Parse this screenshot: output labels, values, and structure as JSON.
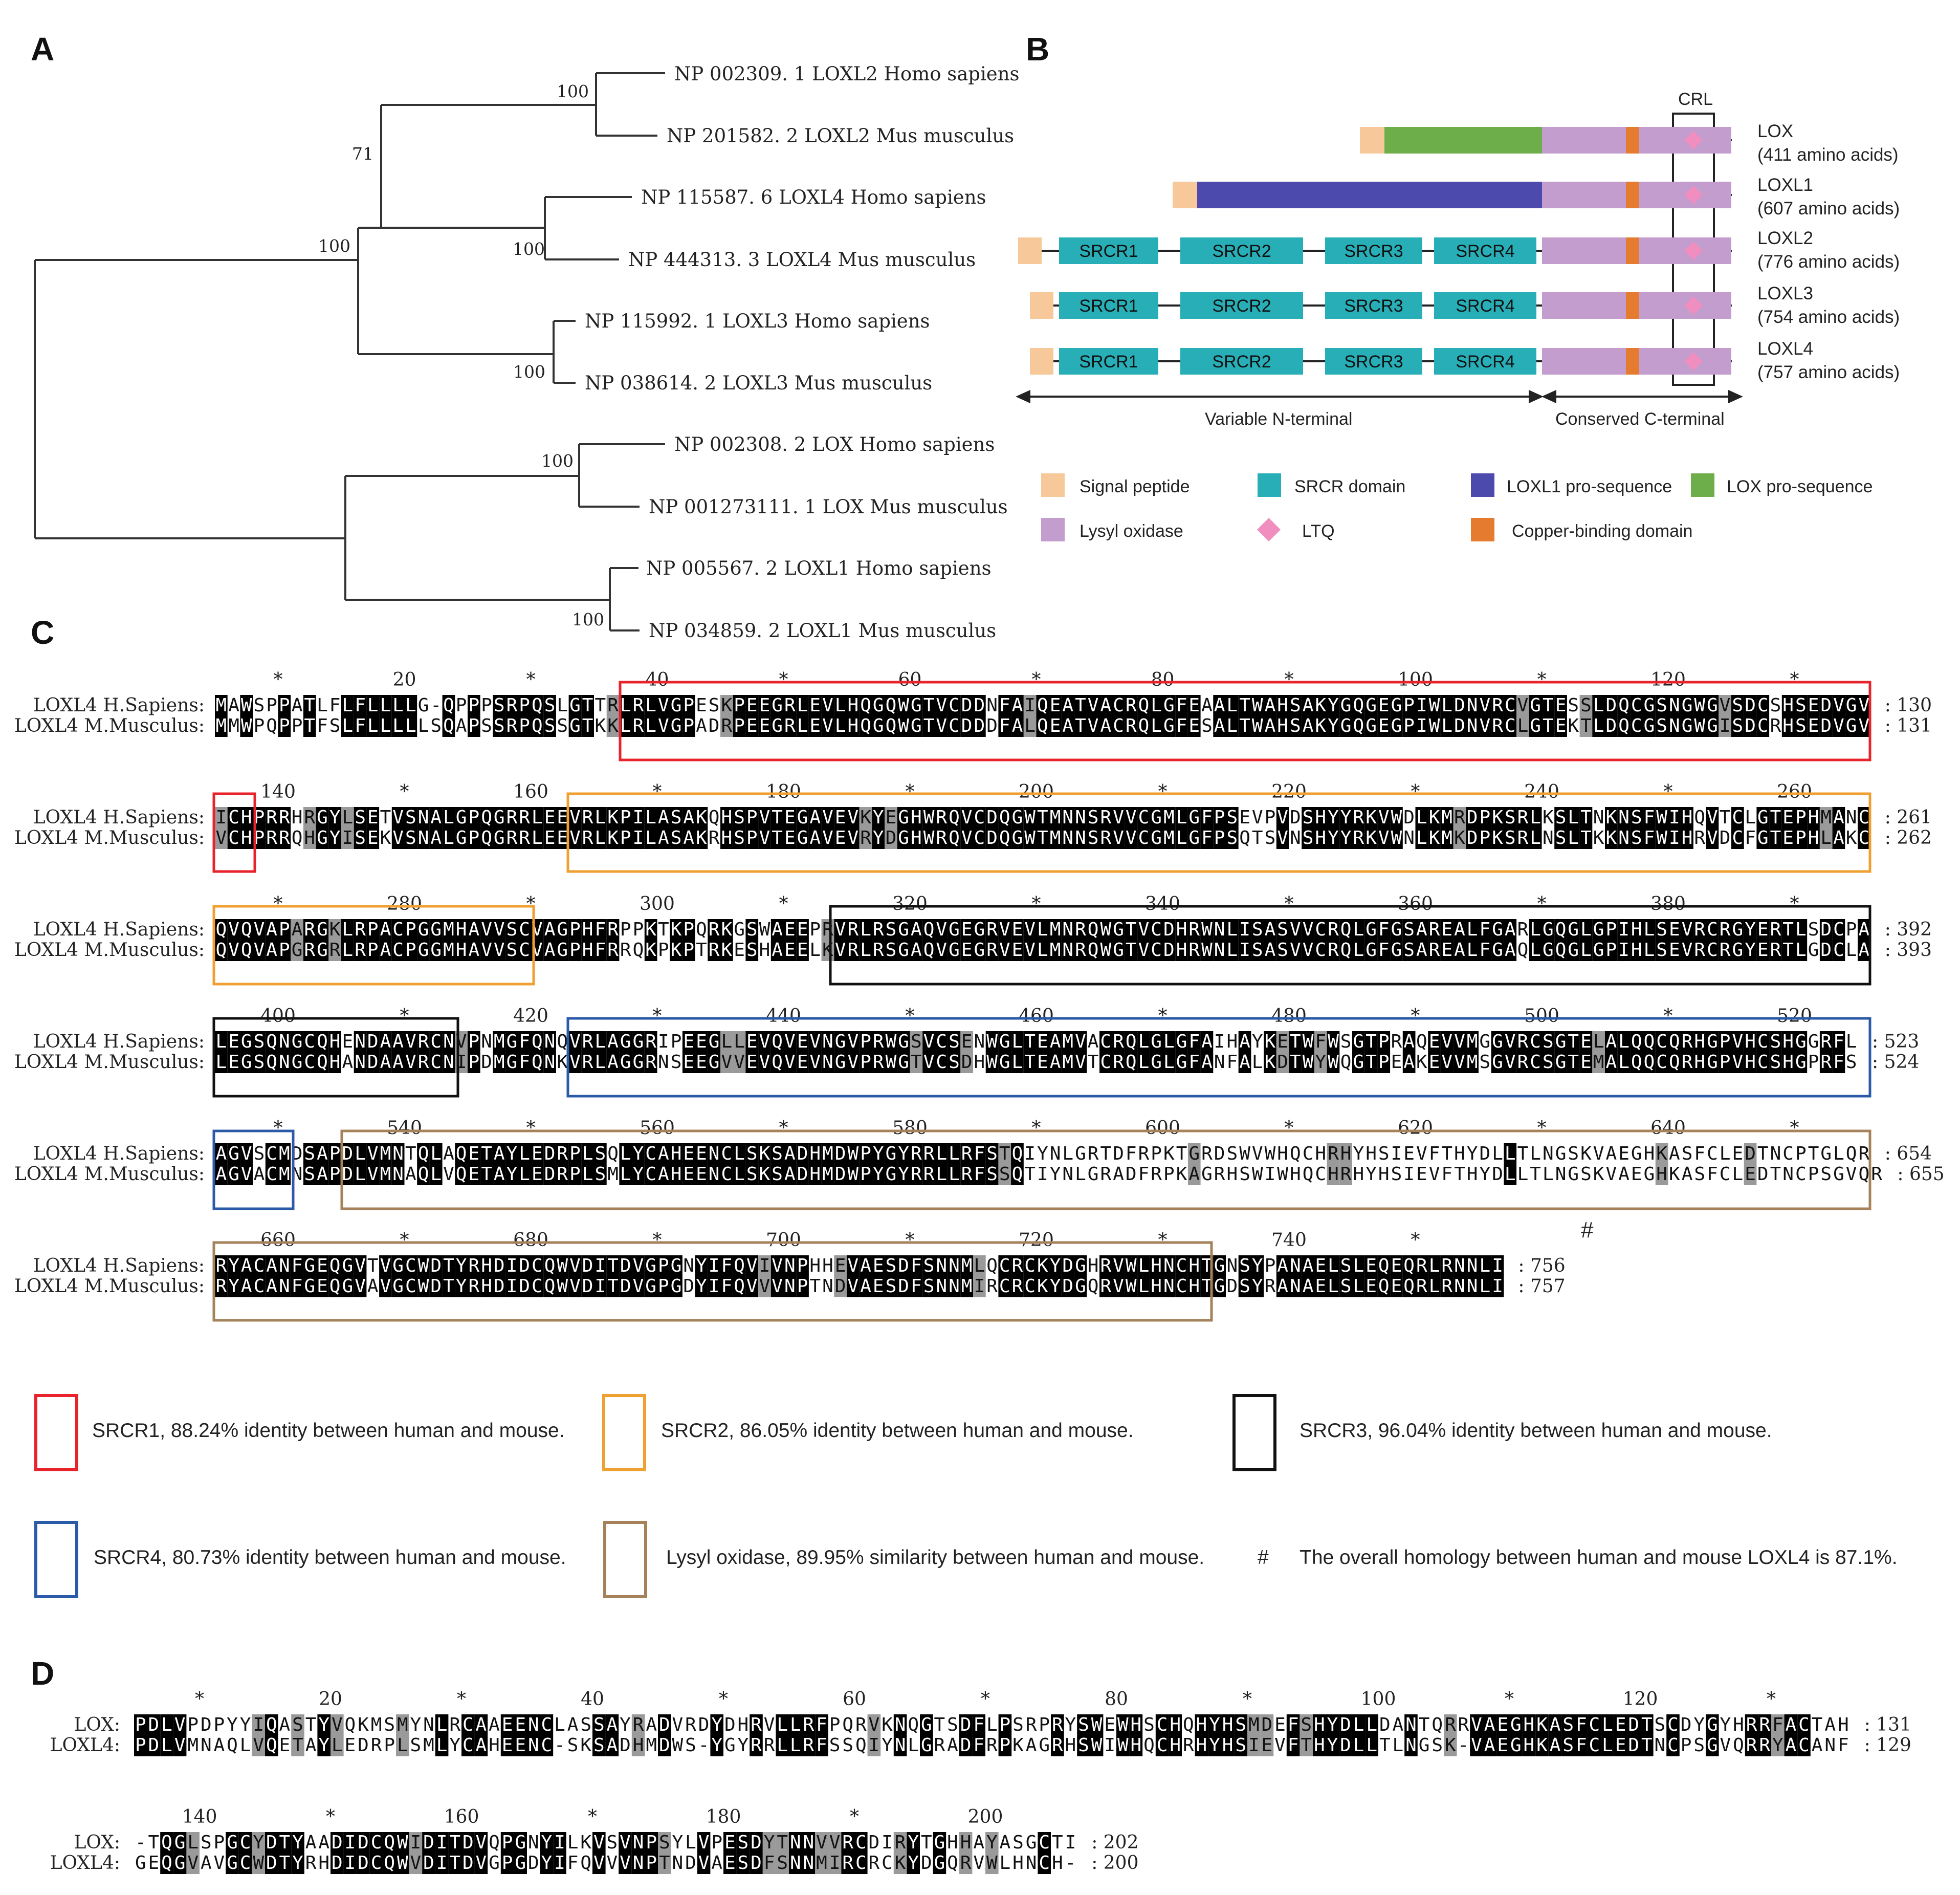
{
  "panels": {
    "a": "A",
    "b": "B",
    "c": "C",
    "d": "D"
  },
  "tree": {
    "leaves": [
      "NP 002309. 1 LOXL2 Homo sapiens",
      "NP 201582. 2 LOXL2 Mus musculus",
      "NP 115587. 6 LOXL4 Homo sapiens",
      "NP 444313. 3 LOXL4 Mus musculus",
      "NP 115992. 1 LOXL3 Homo sapiens",
      "NP 038614. 2 LOXL3 Mus musculus",
      "NP 002308. 2 LOX Homo sapiens",
      "NP 001273111. 1 LOX Mus musculus",
      "NP 005567. 2 LOXL1 Homo sapiens",
      "NP 034859. 2 LOXL1 Mus musculus"
    ],
    "bootstraps": [
      "100",
      "71",
      "100",
      "100",
      "100",
      "100",
      "100"
    ]
  },
  "domains": {
    "crl_label": "CRL",
    "srcr_labels": [
      "SRCR1",
      "SRCR2",
      "SRCR3",
      "SRCR4"
    ],
    "proteins": [
      {
        "name": "LOX",
        "length": "(411 amino acids)"
      },
      {
        "name": "LOXL1",
        "length": "(607 amino acids)"
      },
      {
        "name": "LOXL2",
        "length": "(776 amino acids)"
      },
      {
        "name": "LOXL3",
        "length": "(754 amino acids)"
      },
      {
        "name": "LOXL4",
        "length": "(757 amino acids)"
      }
    ],
    "axis": {
      "n_terminal": "Variable N-terminal",
      "c_terminal": "Conserved C-terminal"
    },
    "legend": [
      {
        "label": "Signal peptide",
        "color": "#f7c99a"
      },
      {
        "label": "SRCR domain",
        "color": "#27aeb7"
      },
      {
        "label": "LOXL1 pro-sequence",
        "color": "#4c4aad"
      },
      {
        "label": "LOX pro-sequence",
        "color": "#6dae4a"
      },
      {
        "label": "Lysyl oxidase",
        "color": "#c39dcd"
      },
      {
        "label": "LTQ",
        "color": "#f08ec0"
      },
      {
        "label": "Copper-binding domain",
        "color": "#e57b2e"
      }
    ]
  },
  "alignment_c": {
    "names": [
      "LOXL4 H.Sapiens:",
      "LOXL4 M.Musculus:"
    ],
    "blocks": [
      {
        "ruler": [
          "*",
          "20",
          "*",
          "40",
          "*",
          "60",
          "*",
          "80",
          "*",
          "100",
          "*",
          "120",
          "*"
        ],
        "h": "MAWSPPATLFLFLLLLG-QPPPSRPQSLGTTRLRLVGPESKPEEGRLEVLHQGQWGTVCDDNFAIQEATVACRQLGFEAALTWAHSAKYGQGEGPIWLDNVRCVGTESSLDQCGSNGWGVSDCSHSEDVGV",
        "m": "MMWPQPPTFSLFLLLLLSQAPSSRPQSSGTKKLRLVGPADRPEEGRLEVLHQGQWGTVCDDDFALQEATVACRQLGFESALTWAHSAKYGQGEGPIWLDNVRCLGTEKTLDQCGSNGWGISDCRHSEDVGV",
        "hn": ": 130",
        "mn": ": 131"
      },
      {
        "ruler": [
          "140",
          "*",
          "160",
          "*",
          "180",
          "*",
          "200",
          "*",
          "220",
          "*",
          "240",
          "*",
          "260"
        ],
        "h": "ICHPRRHRGYLSETVSNALGPQGRRLEEVRLKPILASAKQHSPVTEGAVEVKYEGHWRQVCDQGWTMNNSRVVCGMLGFPSEVPVDSHYYRKVWDLKMRDPKSRLKSLTNKNSFWIHQVTCLGTEPHMANC",
        "m": "VCHPRRQHGYISEKVSNALGPQGRRLEEVRLKPILASAKRHSPVTEGAVEVRYDGHWRQVCDQGWTMNNSRVVCGMLGFPSQTSVNSHYYRKVWNLKMKDPKSRLNSLTKKNSFWIHRVDCFGTEPHLAKC",
        "hn": ": 261",
        "mn": ": 262"
      },
      {
        "ruler": [
          "*",
          "280",
          "*",
          "300",
          "*",
          "320",
          "*",
          "340",
          "*",
          "360",
          "*",
          "380",
          "*"
        ],
        "h": "QVQVAPARGKLRPACPGGMHAVVSCVAGPHFRPPKTKPQRKGSWAEEPRVRLRSGAQVGEGRVEVLMNRQWGTVCDHRWNLISASVVCRQLGFGSAREALFGARLGQGLGPIHLSEVRCRGYERTLSDCPA",
        "m": "QVQVAPGRGRLRPACPGGMHAVVSCVAGPHFRRQKPKPTRKESHAEELKVRLRSGAQVGEGRVEVLMNRQWGTVCDHRWNLISASVVCRQLGFGSAREALFGAQLGQGLGPIHLSEVRCRGYERTLGDCLA",
        "hn": ": 392",
        "mn": ": 393"
      },
      {
        "ruler": [
          "400",
          "*",
          "420",
          "*",
          "440",
          "*",
          "460",
          "*",
          "480",
          "*",
          "500",
          "*",
          "520"
        ],
        "h": "LEGSQNGCQHENDAAVRCNVPNMGFQNQVRLAGGRIPEEGLLEVQVEVNGVPRWGSVCSENWGLTEAMVACRQLGLGFAIHAYKETWFWSGTPRAQEVVMGGVRCSGTELALQQCQRHGPVHCSHGGRFL",
        "m": "LEGSQNGCQHANDAAVRCNIPDMGFQNKVRLAGGRNSEEGVVEVQVEVNGVPRWGTVCSDHWGLTEAMVTCRQLGLGFANFALKDTWYWQGTPEAKEVVMSGVRCSGTEMALQQCQRHGPVHCSHGPRFS",
        "hn": ": 523",
        "mn": ": 524"
      },
      {
        "ruler": [
          "*",
          "540",
          "*",
          "560",
          "*",
          "580",
          "*",
          "600",
          "*",
          "620",
          "*",
          "640",
          "*"
        ],
        "h": "AGVSCMDSAPDLVMNTQLAQETAYLEDRPLSQLYCAHEENCLSKSADHMDWPYGYRRLLRFSTQIYNLGRTDFRPKTGRDSWVWHQCHRHYHSIEVFTHYDLLTLNGSKVAEGHKASFCLEDTNCPTGLQR",
        "m": "AGVACMNSAPDLVMNAQLVQETAYLEDRPLSMLYCAHEENCLSKSADHMDWPYGYRRLLRFSSQTIYNLGRADFRPKAGRHSWIWHQCHRHYHSIEVFTHYDLLTLNGSKVAEGHKASFCLEDTNCPSGVQR",
        "hn": ": 654",
        "mn": ": 655"
      },
      {
        "ruler": [
          "660",
          "*",
          "680",
          "*",
          "700",
          "*",
          "720",
          "*",
          "740",
          "*"
        ],
        "h": "RYACANFGEQGVTVGCWDTYRHDIDCQWVDITDVGPGNYIFQVIVNPHHEVAESDFSNNMLQCRCKYDGHRVWLHNCHTGNSYPANAELSLEQEQRLRNNLI",
        "m": "RYACANFGEQGVAVGCWDTYRHDIDCQWVDITDVGPGDYIFQVVVNPTNDVAESDFSNNMIRCRCKYDGQRVWLHNCHTGDSYRANAELSLEQEQRLRNNLI",
        "hn": ": 756",
        "mn": ": 757"
      }
    ],
    "hash_mark": "#",
    "legend": [
      {
        "label": "SRCR1, 88.24% identity between human and mouse.",
        "color": "#e8232b"
      },
      {
        "label": "SRCR2, 86.05% identity between human and mouse.",
        "color": "#f0a030"
      },
      {
        "label": "SRCR3, 96.04% identity between human and mouse.",
        "color": "#111111"
      },
      {
        "label": "SRCR4, 80.73% identity between human and mouse.",
        "color": "#2b5aa8"
      },
      {
        "label": "Lysyl oxidase, 89.95% similarity between human and mouse.",
        "color": "#a5825a"
      }
    ],
    "note_symbol": "#",
    "note": "The overall homology between human and mouse LOXL4 is 87.1%."
  },
  "alignment_d": {
    "names": [
      "LOX:",
      "LOXL4:"
    ],
    "blocks": [
      {
        "ruler": [
          "*",
          "20",
          "*",
          "40",
          "*",
          "60",
          "*",
          "80",
          "*",
          "100",
          "*",
          "120",
          "*"
        ],
        "h": "PDLVPDPYYIQASTYVQKMSMYNLRCAAEENCLASSAYRADVRDYDHRVLLRFPQRVKNQGTSDFLPSRPRYSWEWHSCHQHYHSMDEFSHYDLLDANTQRRVAEGHKASFCLEDTSCDYGYHRRFACTAH",
        "m": "PDLVMNAQLVQETAYLEDRPLSMLYCAHEENC-SKSADHMDWS-YGYRRLLRFSSQIYNLGRADFRPKAGRHSWIWHQCHRHYHSIEVFTHYDLLTLNGSK-VAEGHKASFCLEDTNCPSGVQRRYACANF",
        "hn": ": 131",
        "mn": ": 129"
      },
      {
        "ruler": [
          "140",
          "*",
          "160",
          "*",
          "180",
          "*",
          "200"
        ],
        "h": "-TQGLSPGCYDTYAADIDCQWIDITDVQPGNYILKVSVNPSYLVPESDYTNNVVRCDIRYTGHHAYASGCTI",
        "m": "GEQGVAVGCWDTYRHDIDCQWVDITDVGPGDYIFQVVVNPTNDVAESDFSNNMIRCRCKYDGQRVWLHNCH-",
        "hn": ": 202",
        "mn": ": 200"
      }
    ]
  }
}
